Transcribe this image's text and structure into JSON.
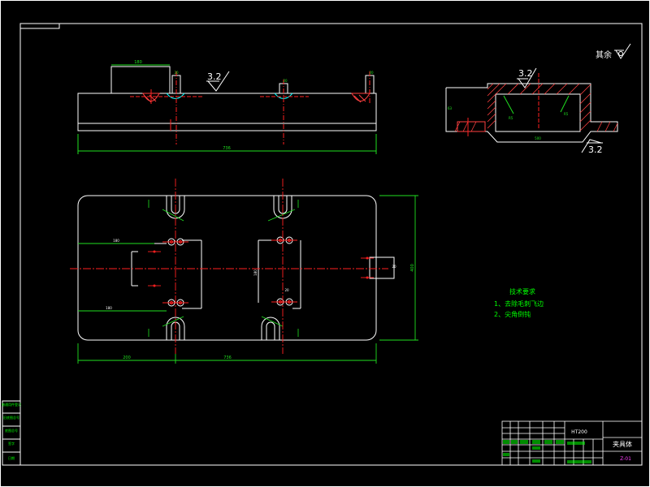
{
  "drawing": {
    "background": "#000000",
    "colors": {
      "outline": "#ffffff",
      "centerline": "#ff2020",
      "dimension": "#20e020",
      "hatch": "#ff4040",
      "note_text": "#00ff00",
      "magenta": "#ff40ff",
      "cyan": "#00ffff"
    },
    "roughness_labels": {
      "front_view": "3.2",
      "section_top": "3.2",
      "section_bottom": "3.2"
    },
    "surface_finish_note": "其余",
    "dimensions": {
      "front_overall_length": "736",
      "front_boss_width": "180",
      "front_hole": "20",
      "front_hole_mid": "20",
      "front_hole_right": "20",
      "section_height": "63",
      "section_width": "500",
      "section_radius_left": "R5",
      "section_radius_right": "R5",
      "plan_overall_length": "736",
      "plan_left_offset": "200",
      "plan_overall_height": "400",
      "plan_hole_pitch": "180",
      "plan_left_bracket": "180",
      "plan_right_bracket": "180",
      "plan_slot_width": "20",
      "plan_small_dim": "20"
    },
    "tech_requirements": {
      "title": "技术要求",
      "items": [
        "1、去除毛刺飞边",
        "2、尖角倒钝"
      ]
    },
    "title_block": {
      "part_name": "夹具体",
      "drawing_number": "Z-01",
      "material": "HT200"
    },
    "left_strip": [
      "借通用件登记",
      "旧底图总号",
      "底图总号",
      "签字",
      "日期"
    ]
  }
}
